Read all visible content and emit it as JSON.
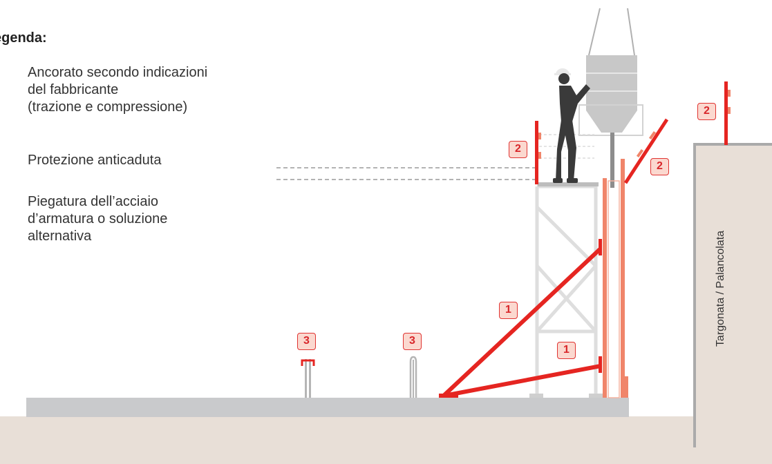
{
  "legend": {
    "title": "egenda:",
    "entries": [
      {
        "lines": [
          "Ancorato secondo indicazioni",
          "del fabbricante",
          "(trazione e compressione)"
        ]
      },
      {
        "lines": [
          "Protezione anticaduta"
        ]
      },
      {
        "lines": [
          "Piegatura dell’acciaio",
          "d’armatura o soluzione",
          "alternativa"
        ]
      }
    ]
  },
  "wall_label": "Targonata / Palancolata",
  "markers": {
    "brace_upper": "1",
    "brace_lower": "1",
    "guardrail_platform": "2",
    "guardrail_edge": "2",
    "guardrail_wall": "2",
    "rebar_bent": "3",
    "rebar_capped": "3"
  },
  "colors": {
    "brace_red": "#e52521",
    "formwork_orange": "#f0856a",
    "marker_fill": "#fbd8cf",
    "marker_border": "#e03331",
    "slab_gray": "#c9cacc",
    "ground": "#e8dfd7",
    "worker": "#3a3a3a",
    "hopper": "#c8c8c8"
  },
  "icons": [
    "worker-figure",
    "concrete-hopper",
    "rebar-hook",
    "rebar-cap"
  ]
}
